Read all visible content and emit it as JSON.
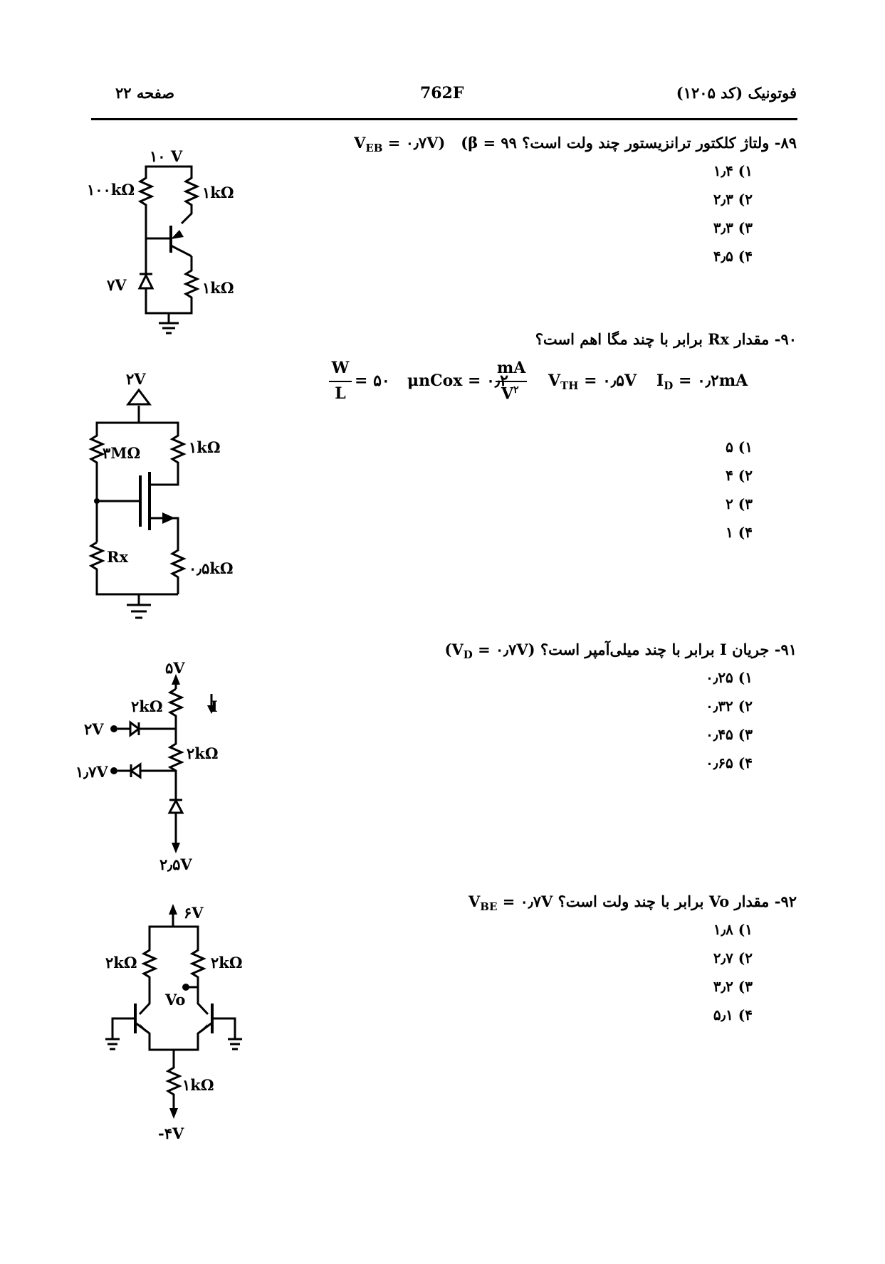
{
  "header": {
    "right": "فوتونیک (کد ۱۲۰۵)",
    "center": "762F",
    "left": "صفحه ۲۲"
  },
  "q89": {
    "number": "۸۹-",
    "text": "ولتاژ کلکتور ترانزیستور چند ولت است؟",
    "cond_beta": "(β = ۹۹",
    "cond_veb": "V",
    "cond_veb_sub": "EB",
    "cond_veb_val": " = ۰٫۷V)",
    "options": [
      "۱) ۱٫۴",
      "۲) ۲٫۳",
      "۳) ۳٫۳",
      "۴) ۴٫۵"
    ],
    "circuit": {
      "vsupply": "۱۰ V",
      "r_base": "۱۰۰kΩ",
      "r_emitter": "۱kΩ",
      "r_collector": "۱kΩ",
      "zener": "۷V"
    }
  },
  "q90": {
    "number": "۹۰-",
    "text": "مقدار Rx برابر با چند مگا اهم است؟",
    "eq_w": "W",
    "eq_l": "L",
    "eq_wl_val": "= ۵۰",
    "eq_mu": "μnCox = ۰٫۲",
    "eq_ma": "mA",
    "eq_v2": "V",
    "eq_v2_sup": "۲",
    "eq_vth": "V",
    "eq_vth_sub": "TH",
    "eq_vth_val": " = ۰٫۵V",
    "eq_id": "I",
    "eq_id_sub": "D",
    "eq_id_val": " = ۰٫۲mA",
    "options": [
      "۱) ۵",
      "۲) ۴",
      "۳) ۲",
      "۴) ۱"
    ],
    "circuit": {
      "vdd": "۲V",
      "r_top": "۳MΩ",
      "r_drain": "۱kΩ",
      "rx": "Rx",
      "r_source": "۰٫۵kΩ"
    }
  },
  "q91": {
    "number": "۹۱-",
    "text": "جریان I برابر با چند میلی‌آمپر است؟",
    "cond_vd": "(V",
    "cond_vd_sub": "D",
    "cond_vd_val": " = ۰٫۷V)",
    "options": [
      "۱) ۰٫۲۵",
      "۲) ۰٫۳۲",
      "۳) ۰٫۴۵",
      "۴) ۰٫۶۵"
    ],
    "circuit": {
      "v_top": "۵V",
      "r1": "۲kΩ",
      "current": "I",
      "v_in1": "۲V",
      "r2": "۲kΩ",
      "v_in2": "۱٫۷V",
      "v_bottom": "۲٫۵V"
    }
  },
  "q92": {
    "number": "۹۲-",
    "text": "مقدار Vo برابر با چند ولت است؟",
    "cond_vbe": "V",
    "cond_vbe_sub": "BE",
    "cond_vbe_val": " = ۰٫۷V",
    "options": [
      "۱) ۱٫۸",
      "۲) ۲٫۷",
      "۳) ۳٫۲",
      "۴) ۵٫۱"
    ],
    "circuit": {
      "v_top": "۶V",
      "r_left": "۲kΩ",
      "r_right": "۲kΩ",
      "vo": "Vo",
      "r_tail": "۱kΩ",
      "v_bottom": "-۴V"
    }
  }
}
